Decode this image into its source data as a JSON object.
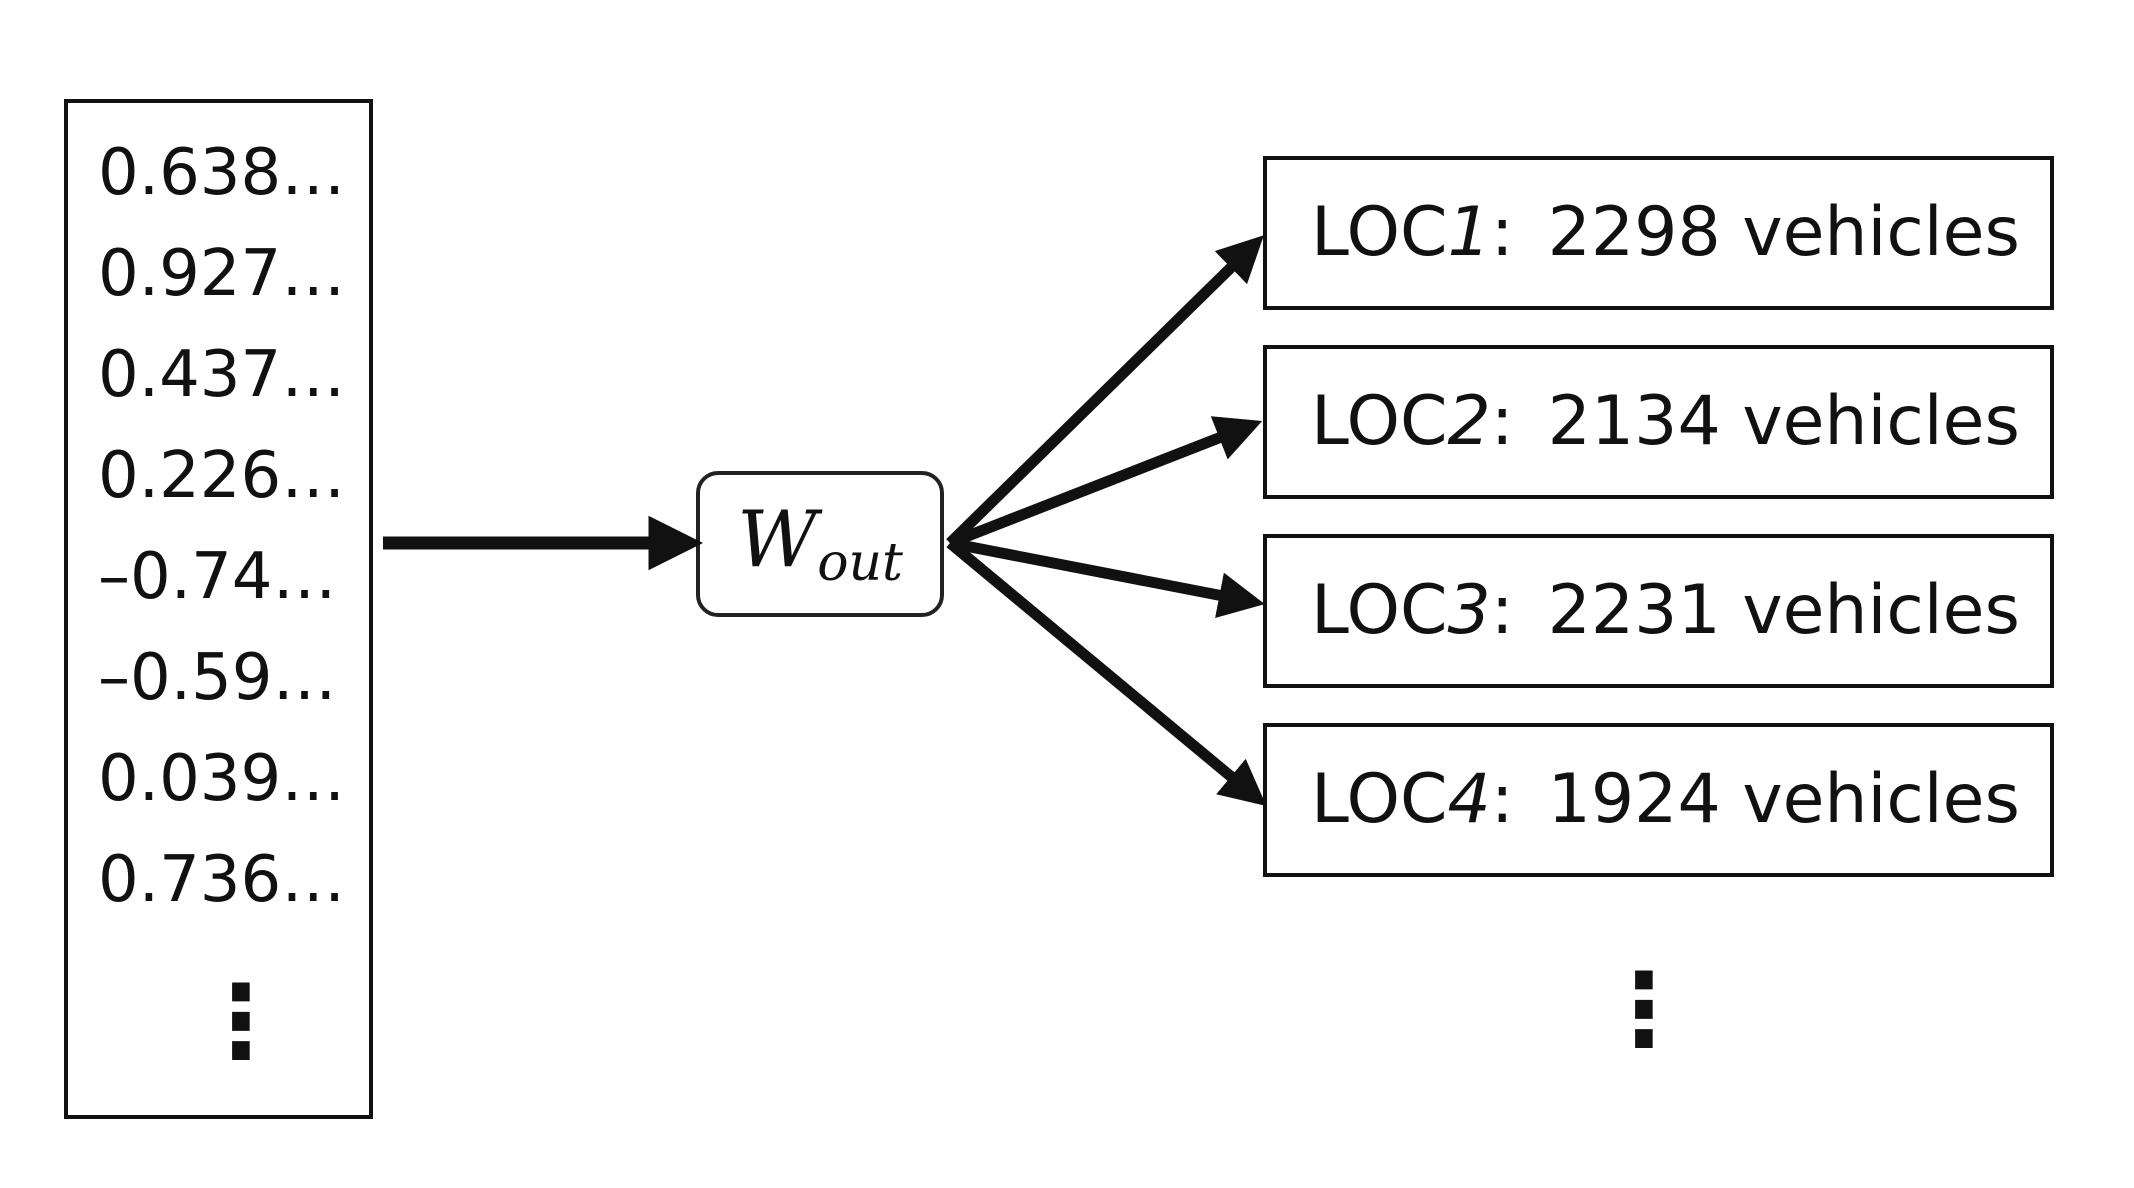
{
  "vector": {
    "values": [
      "0.638…",
      "0.927…",
      "0.437…",
      "0.226…",
      "–0.74…",
      "–0.59…",
      "0.039…",
      "0.736…"
    ],
    "ellipsis": "⋮"
  },
  "weight": {
    "symbol": "W",
    "subscript": "out"
  },
  "outputs": {
    "items": [
      {
        "prefix": "LOC",
        "num": "1",
        "colon": ":",
        "count": "2298 vehicles"
      },
      {
        "prefix": "LOC",
        "num": "2",
        "colon": ":",
        "count": "2134 vehicles"
      },
      {
        "prefix": "LOC",
        "num": "3",
        "colon": ":",
        "count": "2231 vehicles"
      },
      {
        "prefix": "LOC",
        "num": "4",
        "colon": ":",
        "count": "1924 vehicles"
      }
    ],
    "ellipsis": "⋮"
  },
  "colors": {
    "stroke": "#111111"
  }
}
